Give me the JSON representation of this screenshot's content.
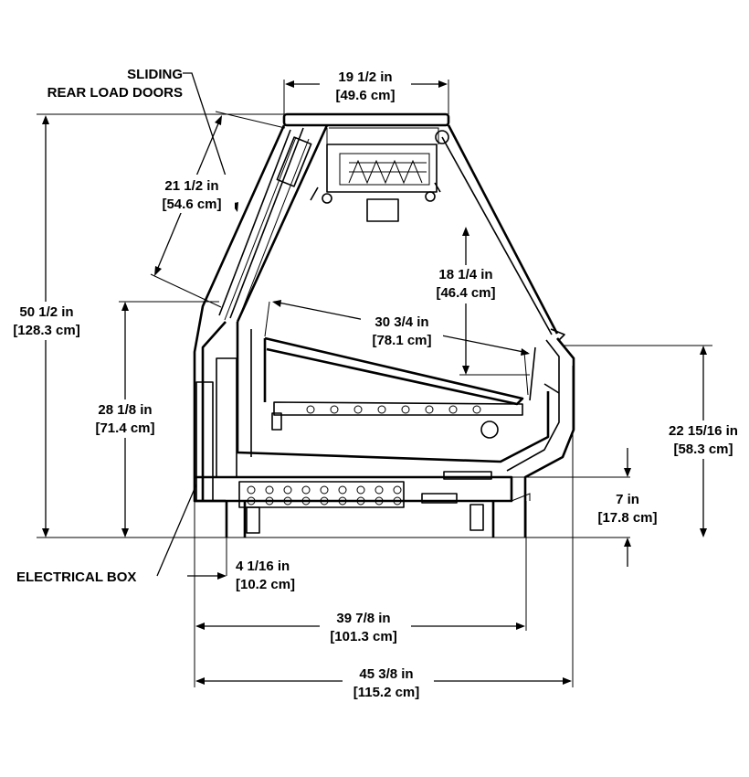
{
  "callouts": {
    "sliding_doors_line1": "SLIDING",
    "sliding_doors_line2": "REAR LOAD DOORS",
    "electrical_box": "ELECTRICAL BOX"
  },
  "dimensions": {
    "top_width": {
      "imperial": "19 1/2 in",
      "metric": "[49.6 cm]"
    },
    "door_length": {
      "imperial": "21 1/2 in",
      "metric": "[54.6 cm]"
    },
    "overall_height": {
      "imperial": "50 1/2 in",
      "metric": "[128.3 cm]"
    },
    "interior_height": {
      "imperial": "18 1/4 in",
      "metric": "[46.4 cm]"
    },
    "shelf_depth": {
      "imperial": "30 3/4 in",
      "metric": "[78.1 cm]"
    },
    "rear_height": {
      "imperial": "28 1/8 in",
      "metric": "[71.4 cm]"
    },
    "front_height": {
      "imperial": "22 15/16 in",
      "metric": "[58.3 cm]"
    },
    "base_height": {
      "imperial": "7 in",
      "metric": "[17.8 cm]"
    },
    "electrical_box_offset": {
      "imperial": "4 1/16 in",
      "metric": "[10.2 cm]"
    },
    "base_depth": {
      "imperial": "39 7/8 in",
      "metric": "[101.3 cm]"
    },
    "overall_depth": {
      "imperial": "45 3/8 in",
      "metric": "[115.2 cm]"
    }
  }
}
